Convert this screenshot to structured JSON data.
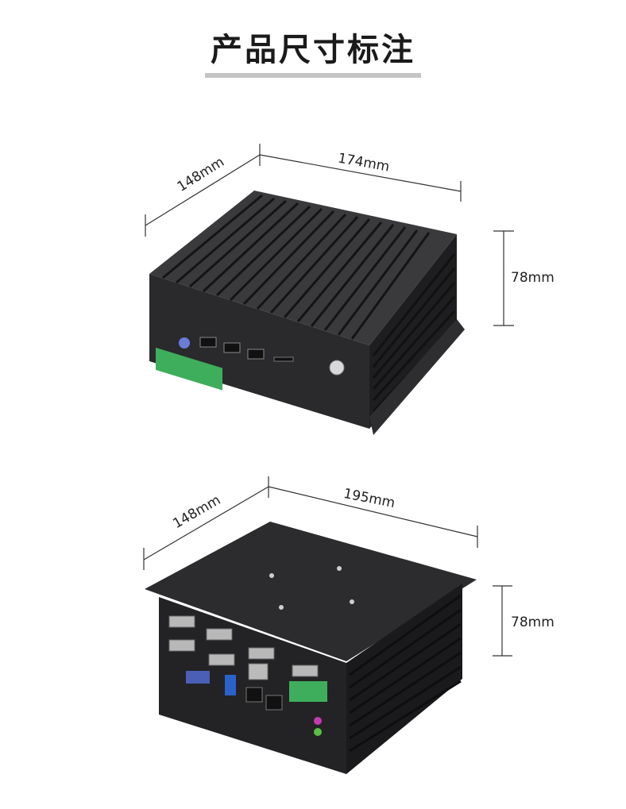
{
  "page": {
    "title": "产品尺寸标注"
  },
  "figure_top": {
    "depth_label": "148mm",
    "width_label": "174mm",
    "height_label": "78mm"
  },
  "figure_bottom": {
    "depth_label": "148mm",
    "width_label": "195mm",
    "height_label": "78mm"
  }
}
